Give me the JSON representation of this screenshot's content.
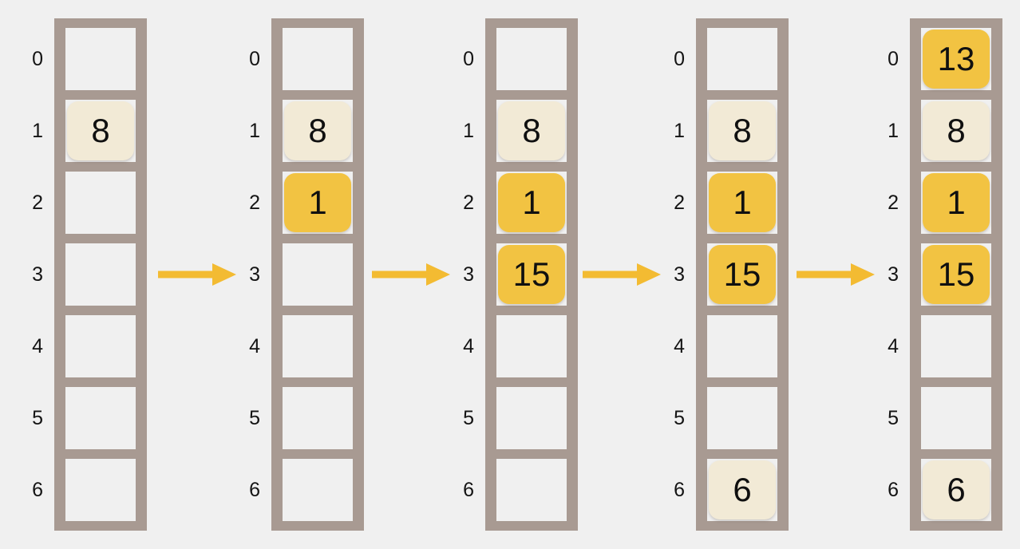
{
  "diagram_type": "hash-table-linear-probing-steps",
  "colors": {
    "background": "#F0F0F0",
    "frame": "#A89A92",
    "empty_cell": "#F0F0F0",
    "value_direct": "#F2EAD6",
    "value_probed": "#F2C342",
    "arrow": "#F3BB32",
    "text": "#1A1A1A"
  },
  "indices": [
    "0",
    "1",
    "2",
    "3",
    "4",
    "5",
    "6"
  ],
  "steps": [
    {
      "slots": [
        null,
        {
          "value": "8",
          "variant": "direct"
        },
        null,
        null,
        null,
        null,
        null
      ]
    },
    {
      "slots": [
        null,
        {
          "value": "8",
          "variant": "direct"
        },
        {
          "value": "1",
          "variant": "probed"
        },
        null,
        null,
        null,
        null
      ]
    },
    {
      "slots": [
        null,
        {
          "value": "8",
          "variant": "direct"
        },
        {
          "value": "1",
          "variant": "probed"
        },
        {
          "value": "15",
          "variant": "probed"
        },
        null,
        null,
        null
      ]
    },
    {
      "slots": [
        null,
        {
          "value": "8",
          "variant": "direct"
        },
        {
          "value": "1",
          "variant": "probed"
        },
        {
          "value": "15",
          "variant": "probed"
        },
        null,
        null,
        {
          "value": "6",
          "variant": "direct"
        }
      ]
    },
    {
      "slots": [
        {
          "value": "13",
          "variant": "probed"
        },
        {
          "value": "8",
          "variant": "direct"
        },
        {
          "value": "1",
          "variant": "probed"
        },
        {
          "value": "15",
          "variant": "probed"
        },
        null,
        null,
        {
          "value": "6",
          "variant": "direct"
        }
      ]
    }
  ],
  "arrows": [
    {
      "icon": "right-arrow"
    },
    {
      "icon": "right-arrow"
    },
    {
      "icon": "right-arrow"
    },
    {
      "icon": "right-arrow"
    }
  ]
}
